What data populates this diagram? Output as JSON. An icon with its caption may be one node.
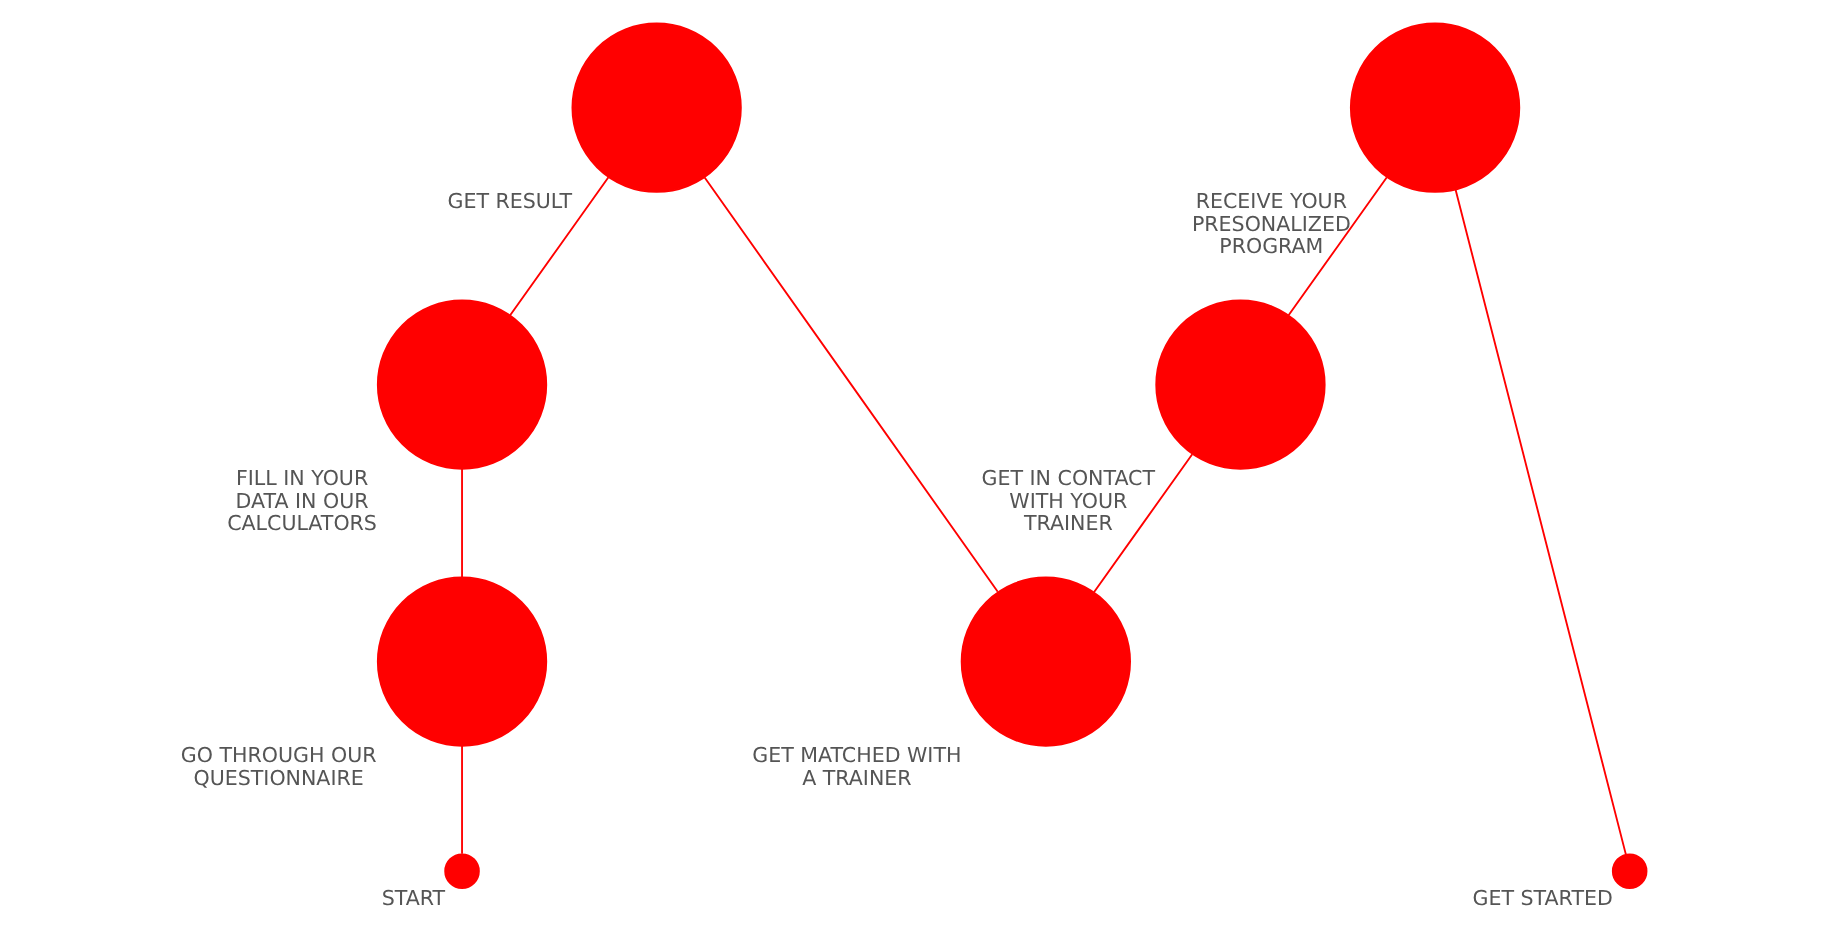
{
  "diagram": {
    "nodes": [
      {
        "text": [],
        "shape": "circle",
        "beside": [
          "START"
        ]
      },
      {
        "text": [],
        "shape": "circle",
        "beside": [
          "GO THROUGH OUR QUESTIONNAIRE"
        ]
      },
      {
        "text": [],
        "shape": "circle",
        "beside": [
          "FILL IN YOUR DATA IN OUR CALCULATORS"
        ]
      },
      {
        "text": [],
        "shape": "circle",
        "beside": [
          "GET RESULT"
        ]
      },
      {
        "text": [],
        "shape": "circle",
        "beside": [
          "GET MATCHED WITH A TRAINER"
        ]
      },
      {
        "text": [],
        "shape": "circle",
        "beside": [
          "GET IN CONTACT WITH YOUR TRAINER"
        ]
      },
      {
        "text": [],
        "shape": "circle",
        "beside": [
          "RECEIVE YOUR PRESONALIZED PROGRAM"
        ]
      },
      {
        "text": [],
        "shape": "circle",
        "beside": [
          "GET STARTED"
        ]
      }
    ],
    "edges": [
      {
        "from": 0,
        "to": 1,
        "arrow": "none"
      },
      {
        "from": 1,
        "to": 2,
        "arrow": "none"
      },
      {
        "from": 2,
        "to": 3,
        "arrow": "none"
      },
      {
        "from": 3,
        "to": 4,
        "arrow": "none"
      },
      {
        "from": 4,
        "to": 5,
        "arrow": "none"
      },
      {
        "from": 5,
        "to": 6,
        "arrow": "none"
      },
      {
        "from": 6,
        "to": 7,
        "arrow": "none"
      }
    ]
  }
}
